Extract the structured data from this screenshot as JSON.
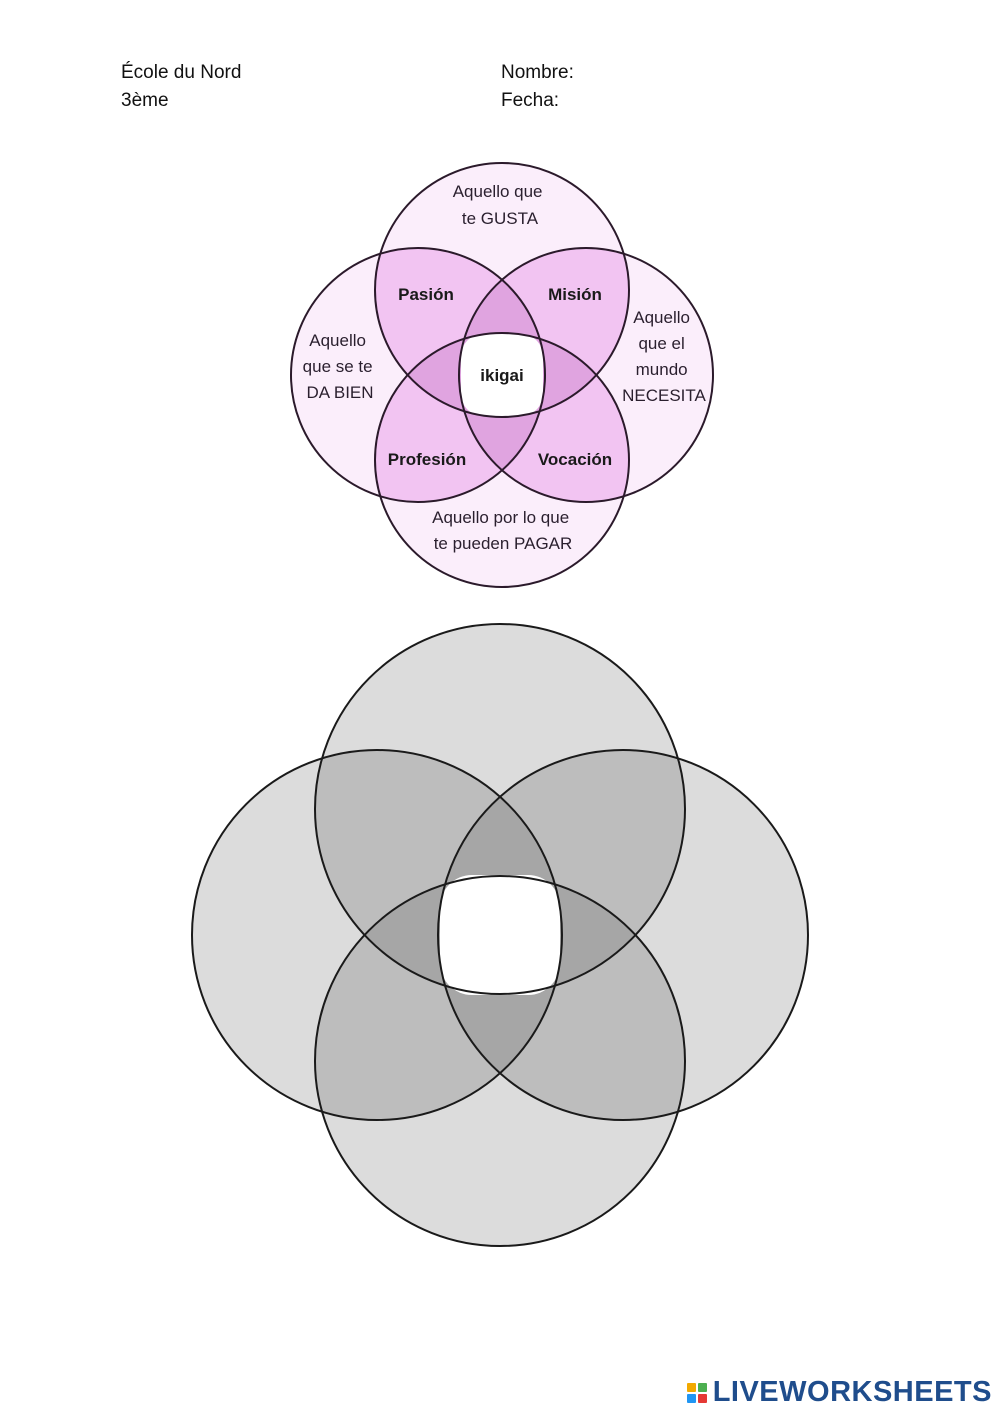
{
  "header": {
    "school": "École du Nord",
    "grade": "3ème",
    "name_label": "Nombre:",
    "date_label": "Fecha:"
  },
  "ikigai": {
    "top_circle": [
      "Aquello que",
      "te GUSTA"
    ],
    "left_circle": [
      "Aquello",
      "que se te",
      "DA BIEN"
    ],
    "right_circle": [
      "Aquello",
      "que el",
      "mundo",
      "NECESITA"
    ],
    "bottom_circle": [
      "Aquello por lo que",
      "te pueden PAGAR"
    ],
    "pasion": "Pasión",
    "mision": "Misión",
    "profesion": "Profesión",
    "vocacion": "Vocación",
    "center": "ikigai",
    "colors": {
      "light": "#fbeefb",
      "mid": "#f2c4f2",
      "dark": "#e0a4e0"
    }
  },
  "blank_diagram": {
    "colors": {
      "light": "#dcdcdc",
      "mid": "#bdbdbd",
      "dark": "#a6a6a6"
    }
  },
  "footer": {
    "logo_text": "LIVEWORKSHEETS",
    "logo_colors": [
      "#f2a900",
      "#4caf50",
      "#2196f3",
      "#e53935"
    ]
  }
}
